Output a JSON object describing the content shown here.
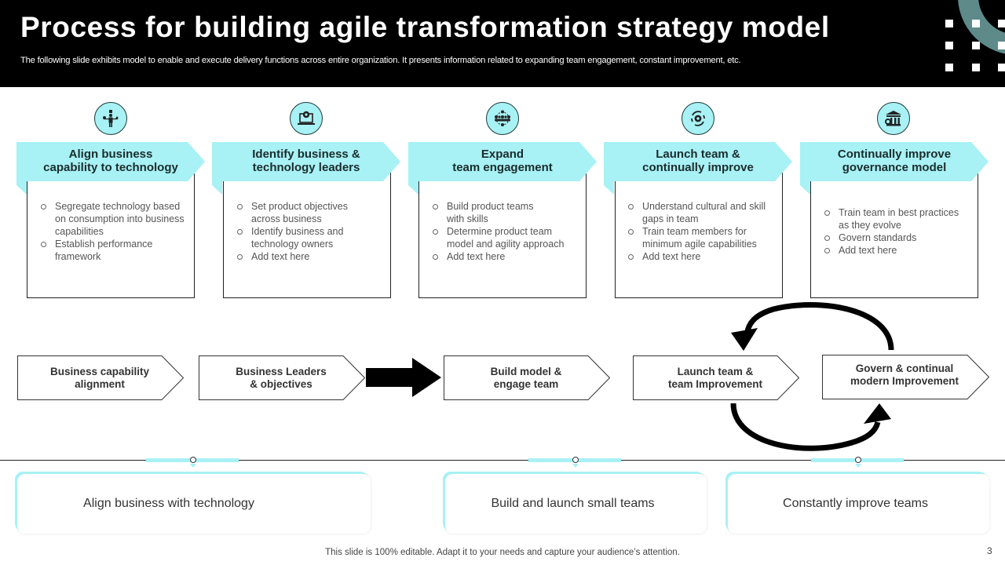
{
  "header": {
    "title": "Process for building agile transformation strategy model",
    "subtitle": "The following slide exhibits model to enable and execute delivery functions across entire organization. It presents information related to expanding team engagement, constant improvement, etc."
  },
  "colors": {
    "accent": "#a8f1f5",
    "header_bg": "#000000",
    "deco_ring": "#5e8a8a",
    "heading_text": "#1b2c2c"
  },
  "cards": [
    {
      "icon": "person-balancing-icon",
      "title_line1": "Align business",
      "title_line2": "capability to technology",
      "bullets": [
        "Segregate technology based on consumption into business capabilities",
        "Establish performance framework"
      ]
    },
    {
      "icon": "laptop-gear-icon",
      "title_line1": "Identify business &",
      "title_line2": "technology leaders",
      "bullets": [
        "Set product objectives across business",
        "Identify business and technology owners",
        "Add text here"
      ]
    },
    {
      "icon": "team-network-icon",
      "title_line1": "Expand",
      "title_line2": "team engagement",
      "bullets": [
        "Build product teams with skills",
        "Determine product team model and agility approach",
        "Add text here"
      ]
    },
    {
      "icon": "gear-cycle-icon",
      "title_line1": "Launch team &",
      "title_line2": "continually improve",
      "bullets": [
        "Understand cultural and skill gaps in team",
        "Train team members for minimum agile capabilities",
        "Add text here"
      ]
    },
    {
      "icon": "bank-governance-icon",
      "title_line1": "Continually improve",
      "title_line2": "governance model",
      "bullets": [
        "Train team in best practices as they evolve",
        "Govern standards",
        "Add text here"
      ]
    }
  ],
  "flow": [
    {
      "line1": "Business capability",
      "line2": "alignment"
    },
    {
      "line1": "Business Leaders",
      "line2": "& objectives"
    },
    {
      "line1": "Build model &",
      "line2": "engage team"
    },
    {
      "line1": "Launch team &",
      "line2": "team Improvement"
    },
    {
      "line1": "Govern & continual",
      "line2": "modern Improvement"
    }
  ],
  "bottom": [
    {
      "label": "Align business with technology"
    },
    {
      "label": "Build and launch small teams"
    },
    {
      "label": "Constantly improve teams"
    }
  ],
  "footer": {
    "note": "This slide is 100% editable. Adapt it to your needs and capture your audience’s attention.",
    "page_number": "3"
  }
}
